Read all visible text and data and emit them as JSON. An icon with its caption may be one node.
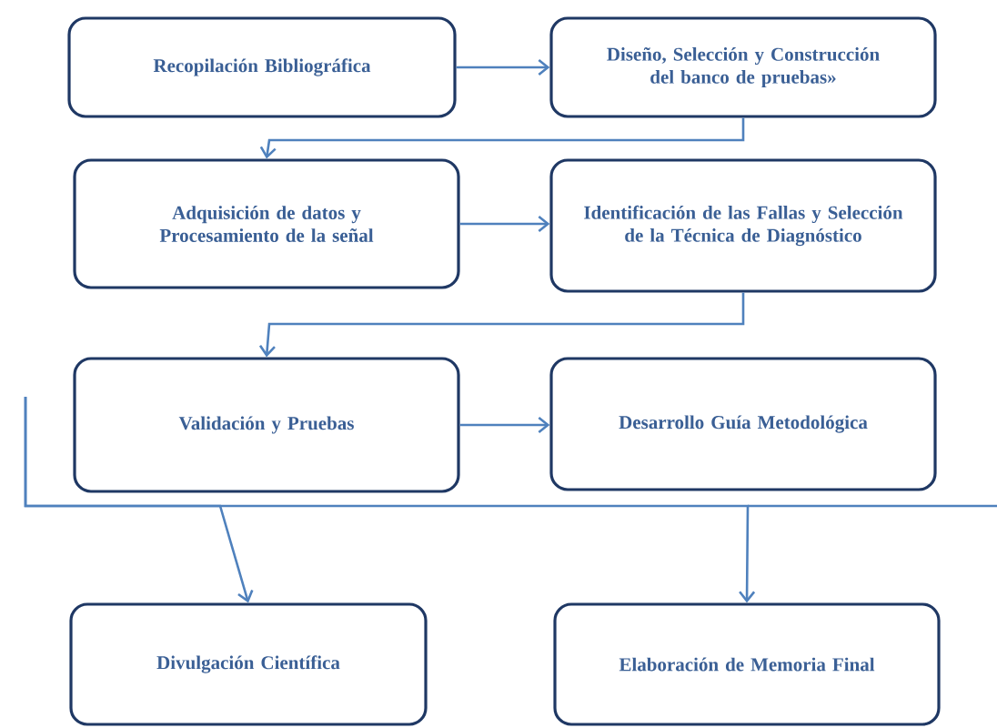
{
  "diagram": {
    "nodes": [
      {
        "text": [
          "Recopilación Bibliográfica"
        ]
      },
      {
        "text": [
          "Diseño, Selección y Construcción del banco de pruebas»"
        ]
      },
      {
        "text": [
          "Adquisición de datos y Procesamiento de la señal"
        ]
      },
      {
        "text": [
          "Identificación de las Fallas y Selección de la Técnica de Diagnóstico"
        ]
      },
      {
        "text": [
          "Validación y Pruebas"
        ]
      },
      {
        "text": [
          "Desarrollo Guía Metodológica"
        ]
      },
      {
        "text": [
          "Divulgación Científica"
        ]
      },
      {
        "text": [
          "Elaboración de Memoria Final"
        ]
      }
    ],
    "edges": [
      {
        "from": 0,
        "to": 1,
        "arrow": "to"
      },
      {
        "from": 1,
        "to": 2,
        "arrow": "to"
      },
      {
        "from": 2,
        "to": 3,
        "arrow": "to"
      },
      {
        "from": 3,
        "to": 4,
        "arrow": "to"
      },
      {
        "from": 4,
        "to": 5,
        "arrow": "to"
      },
      {
        "from": null,
        "to": 6,
        "arrow": "to"
      },
      {
        "from": null,
        "to": 7,
        "arrow": "to"
      }
    ]
  }
}
